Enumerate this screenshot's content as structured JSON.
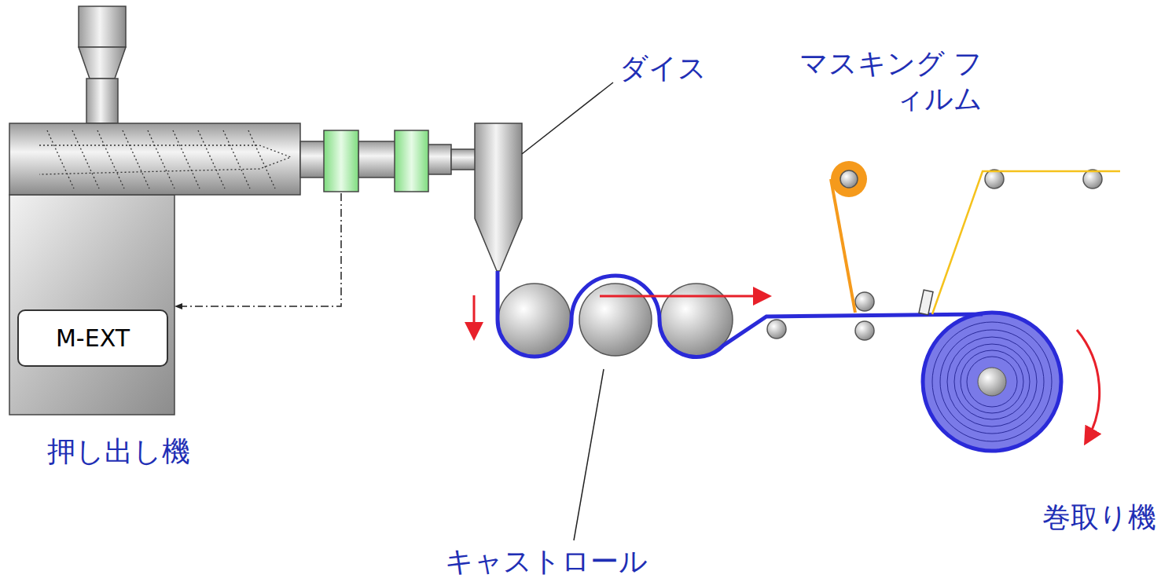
{
  "diagram": {
    "nodes": [
      {
        "text": [
          "M-EXT"
        ]
      }
    ],
    "labels": [
      "ダイス",
      "マスキング フィルム",
      "押し出し機",
      "キャストロール",
      "巻取り機"
    ]
  }
}
